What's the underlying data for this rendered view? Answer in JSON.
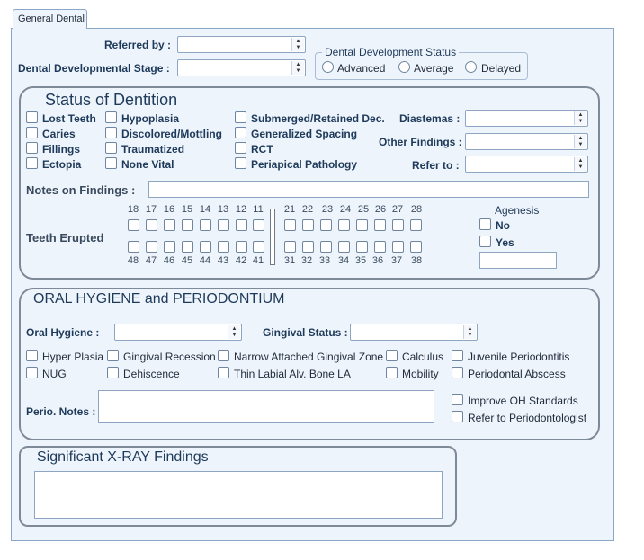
{
  "tab": {
    "label": "General Dental"
  },
  "referred_by": {
    "label": "Referred by :",
    "value": ""
  },
  "dev_stage": {
    "label": "Dental Developmental Stage :",
    "value": ""
  },
  "dev_status": {
    "title": "Dental Development Status",
    "options": [
      "Advanced",
      "Average",
      "Delayed"
    ]
  },
  "dentition": {
    "title": "Status of Dentition",
    "col1": [
      "Lost Teeth",
      "Caries",
      "Fillings",
      "Ectopia"
    ],
    "col2": [
      "Hypoplasia",
      "Discolored/Mottling",
      "Traumatized",
      "None Vital"
    ],
    "col3": [
      "Submerged/Retained Dec.",
      "Generalized Spacing",
      "RCT",
      "Periapical Pathology"
    ],
    "diastemas_label": "Diastemas :",
    "other_findings_label": "Other Findings :",
    "refer_to_label": "Refer to :",
    "notes_label": "Notes on Findings :",
    "teeth_label": "Teeth Erupted",
    "upper_right": [
      "18",
      "17",
      "16",
      "15",
      "14",
      "13",
      "12",
      "11"
    ],
    "upper_left": [
      "21",
      "22",
      "23",
      "24",
      "25",
      "26",
      "27",
      "28"
    ],
    "lower_right": [
      "48",
      "47",
      "46",
      "45",
      "44",
      "43",
      "42",
      "41"
    ],
    "lower_left": [
      "31",
      "32",
      "33",
      "34",
      "35",
      "36",
      "37",
      "38"
    ],
    "agenesis": {
      "title": "Agenesis",
      "no": "No",
      "yes": "Yes"
    }
  },
  "oral": {
    "title": "ORAL HYGIENE and PERIODONTIUM",
    "oral_hygiene_label": "Oral Hygiene :",
    "gingival_status_label": "Gingival Status :",
    "row1": [
      "Hyper Plasia",
      "Gingival Recession",
      "Narrow Attached Gingival Zone",
      "Calculus",
      "Juvenile Periodontitis"
    ],
    "row2": [
      "NUG",
      "Dehiscence",
      "Thin Labial Alv. Bone LA",
      "Mobility",
      "Periodontal Abscess"
    ],
    "perio_notes_label": "Perio. Notes :",
    "improve": "Improve OH Standards",
    "refer": "Refer to Periodontologist"
  },
  "xray": {
    "title": "Significant X-RAY Findings"
  }
}
